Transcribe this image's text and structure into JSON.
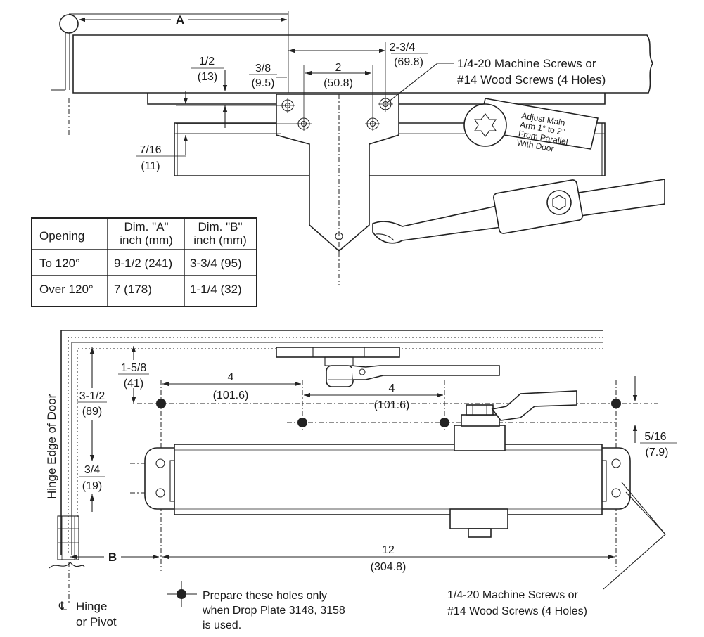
{
  "top_view": {
    "dim_a_label": "A",
    "dims": {
      "half": "1/2",
      "half_mm": "(13)",
      "three_eighths": "3/8",
      "three_eighths_mm": "(9.5)",
      "two": "2",
      "two_mm": "(50.8)",
      "two_three_quarter": "2-3/4",
      "two_three_quarter_mm": "(69.8)",
      "seven_sixteenths": "7/16",
      "seven_sixteenths_mm": "(11)"
    },
    "screws_note_line1": "1/4-20 Machine Screws or",
    "screws_note_line2": "#14 Wood Screws (4 Holes)",
    "adjust_note": [
      "Adjust Main",
      "Arm 1° to 2°",
      "From Parallel",
      "With Door"
    ]
  },
  "table": {
    "headers": [
      [
        "Opening"
      ],
      [
        "Dim. \"A\"",
        "inch (mm)"
      ],
      [
        "Dim. \"B\"",
        "inch (mm)"
      ]
    ],
    "rows": [
      [
        "To 120°",
        "9-1/2 (241)",
        "3-3/4 (95)"
      ],
      [
        "Over 120°",
        "7 (178)",
        "1-1/4 (32)"
      ]
    ]
  },
  "bottom_view": {
    "hinge_edge_label": "Hinge Edge of Door",
    "dims": {
      "one_five_eighths": "1-5/8",
      "one_five_eighths_mm": "(41)",
      "three_half": "3-1/2",
      "three_half_mm": "(89)",
      "three_quarter": "3/4",
      "three_quarter_mm": "(19)",
      "four_a": "4",
      "four_a_mm": "(101.6)",
      "four_b": "4",
      "four_b_mm": "(101.6)",
      "five_sixteenths": "5/16",
      "five_sixteenths_mm": "(7.9)",
      "twelve": "12",
      "twelve_mm": "(304.8)"
    },
    "dim_b_label": "B",
    "centerline_symbol": "℄",
    "hinge_label_line1": "Hinge",
    "hinge_label_line2": "or Pivot",
    "prepare_note": [
      "Prepare these holes only",
      "when Drop Plate 3148, 3158",
      "is used."
    ],
    "screws_note_line1": "1/4-20 Machine Screws or",
    "screws_note_line2": "#14 Wood Screws (4 Holes)"
  }
}
